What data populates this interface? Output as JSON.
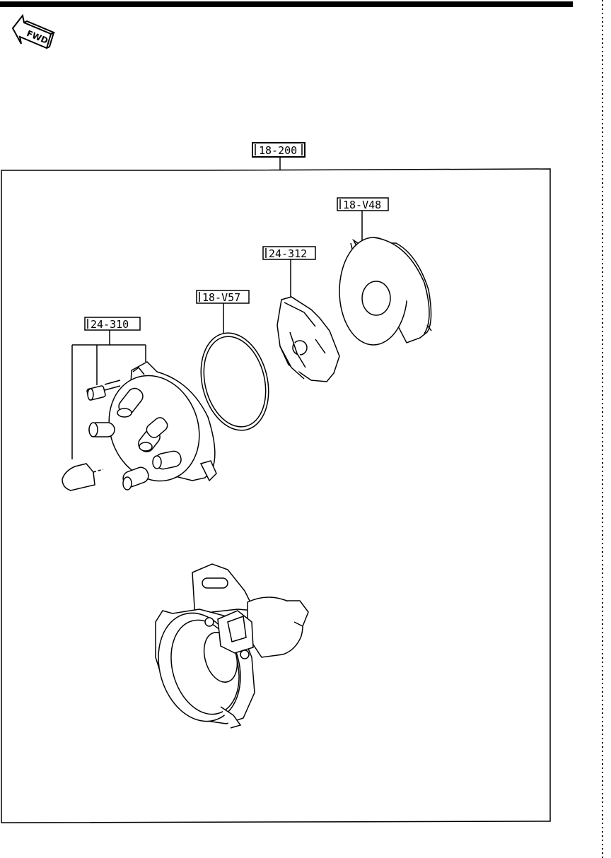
{
  "fwd_indicator": {
    "text": "FWD"
  },
  "parts": {
    "assembly": "18-200",
    "cap": "24-310",
    "seal": "18-V57",
    "rotor": "24-312",
    "cover": "18-V48"
  },
  "colors": {
    "ink": "#000000",
    "paper": "#ffffff"
  }
}
